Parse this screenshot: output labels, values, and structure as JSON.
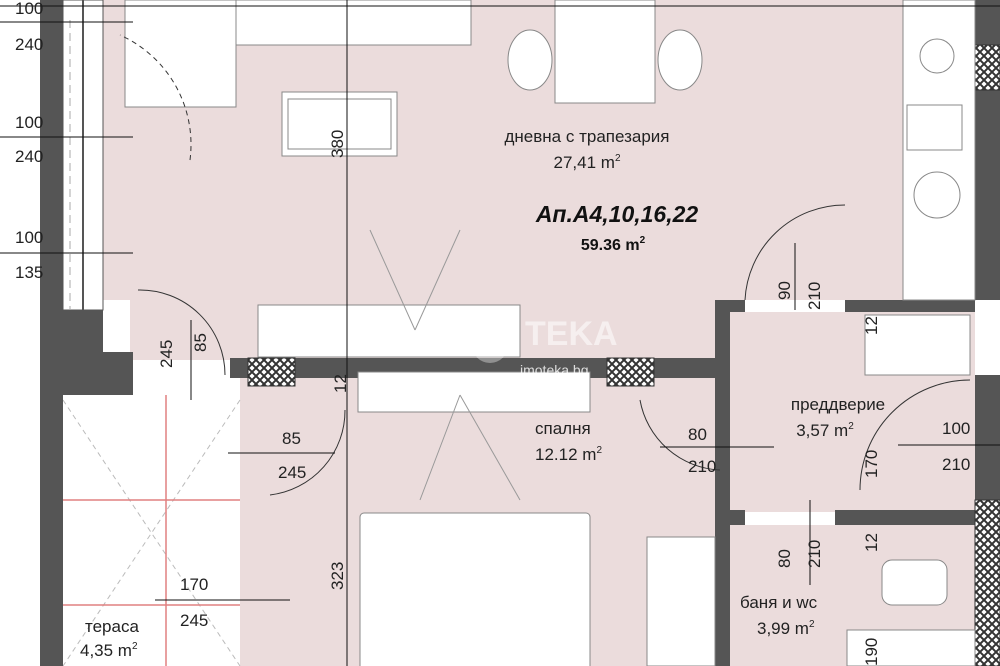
{
  "plan": {
    "apartment_label": "Ап.А4,10,16,22",
    "apartment_area": "59.36 m",
    "sup": "2",
    "colors": {
      "room_fill": "#ebdcdc",
      "wall": "#555555",
      "hatch": "#333333",
      "terrace_line": "#e08080"
    },
    "rooms": {
      "living": {
        "name": "дневна с трапезария",
        "area": "27,41 m"
      },
      "bedroom": {
        "name": "спалня",
        "area": "12.12 m"
      },
      "hall": {
        "name": "преддверие",
        "area": "3,57 m"
      },
      "bath": {
        "name": "баня и wc",
        "area": "3,99 m"
      },
      "terrace": {
        "name": "тераса",
        "area": "4,35 m"
      }
    },
    "dimensions": {
      "win1_w": "100",
      "win1_h": "240",
      "win2_w": "100",
      "win2_h": "240",
      "win3_w": "100",
      "win3_h": "135",
      "living_len": "380",
      "bedroom_len": "323",
      "balcony_door_w": "85",
      "balcony_door_h": "245",
      "bed_win_w": "85",
      "bed_win_h": "245",
      "terrace_w": "170",
      "terrace_h": "245",
      "kitchen_door_w": "90",
      "kitchen_door_h": "210",
      "bedroom_door_w": "80",
      "bedroom_door_h": "210",
      "entry_door_w": "100",
      "entry_door_h": "210",
      "bath_door_w": "80",
      "bath_door_h": "210",
      "wall_12a": "12",
      "wall_12b": "12",
      "wall_12c": "12",
      "hall_170": "170",
      "bath_190": "190"
    },
    "watermark": {
      "logo": "TEKA",
      "site": "imoteka.bg"
    }
  }
}
